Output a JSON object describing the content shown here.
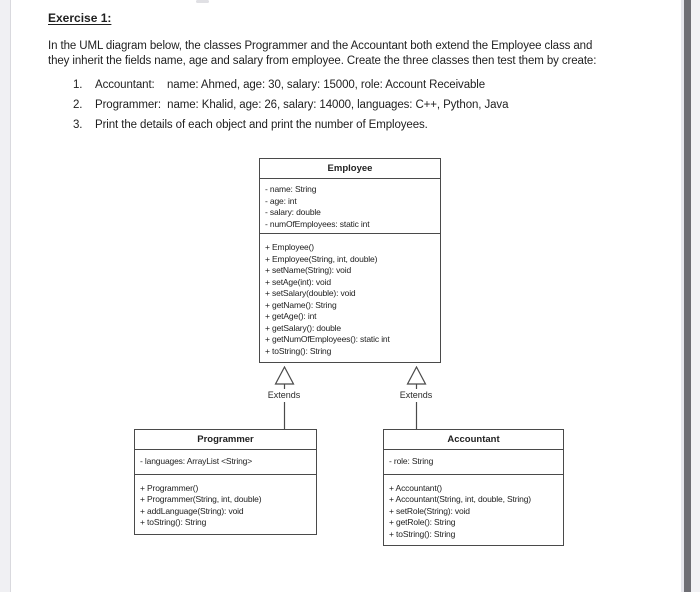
{
  "page": {
    "heading": "Exercise 1:",
    "intro_lines": [
      "In the UML diagram below, the classes Programmer and the Accountant both extend the Employee class and",
      "they inherit the fields name, age and salary from employee. Create the three classes then test them by create:"
    ],
    "tasks": [
      {
        "num": "1.",
        "text": "Accountant:    name: Ahmed, age: 30, salary: 15000, role: Account Receivable"
      },
      {
        "num": "2.",
        "text": "Programmer:  name: Khalid, age: 26, salary: 14000, languages: C++, Python, Java"
      },
      {
        "num": "3.",
        "text": "Print the details of each object and print the number of Employees."
      }
    ]
  },
  "diagram": {
    "employee": {
      "title": "Employee",
      "fields": [
        "- name: String",
        "- age: int",
        "- salary: double",
        "- numOfEmployees: static int"
      ],
      "methods": [
        "+ Employee()",
        "+ Employee(String, int, double)",
        "+ setName(String): void",
        "+ setAge(int): void",
        "+ setSalary(double): void",
        "+ getName(): String",
        "+ getAge(): int",
        "+ getSalary(): double",
        "+ getNumOfEmployees(): static int",
        "+ toString(): String"
      ]
    },
    "programmer": {
      "title": "Programmer",
      "fields": [
        "- languages: ArrayList <String>"
      ],
      "methods": [
        "+ Programmer()",
        "+ Programmer(String, int, double)",
        "+ addLanguage(String): void",
        "+ toString(): String"
      ]
    },
    "accountant": {
      "title": "Accountant",
      "fields": [
        "- role: String"
      ],
      "methods": [
        "+ Accountant()",
        "+ Accountant(String, int, double, String)",
        "+ setRole(String): void",
        "+ getRole(): String",
        "+ toString(): String"
      ]
    },
    "connector_labels": {
      "left": "Extends",
      "right": "Extends"
    }
  },
  "colors": {
    "page_bg": "#ffffff",
    "text": "#1f1f1f",
    "box_border": "#4a4a4a",
    "viewer_margin": "#f0f0f3",
    "edge_bar": "#6e6e74"
  }
}
